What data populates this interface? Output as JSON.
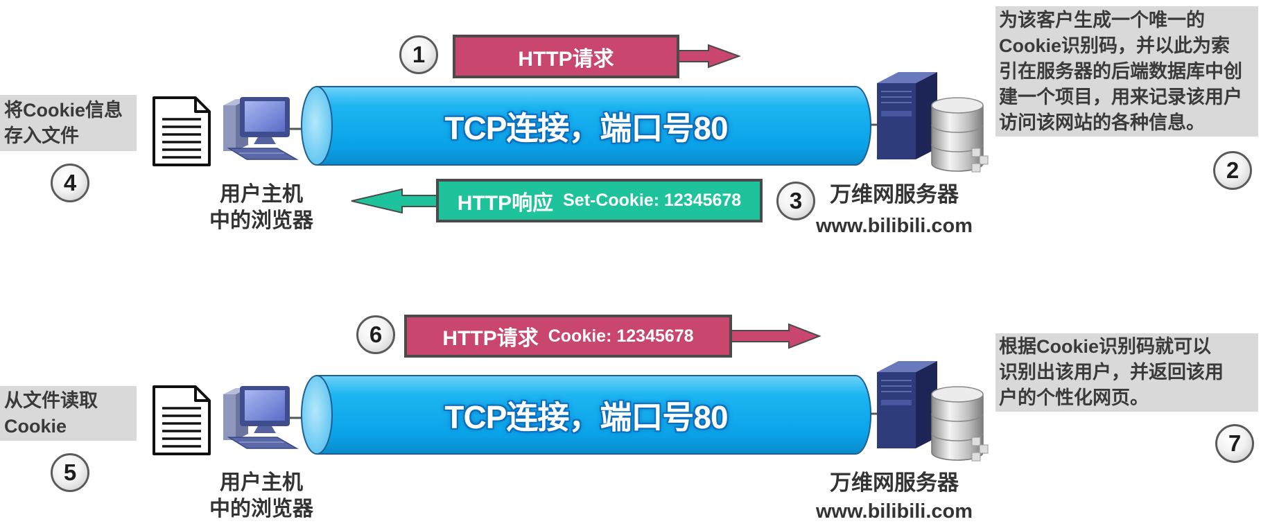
{
  "colors": {
    "request": "#C9466E",
    "response": "#1FC39B",
    "arrow_border": "#4A4A4A",
    "tube": "#12A8EC",
    "tube_outline": "#0B6FC0",
    "note_background": "#D9D9D9",
    "server": "#2F3C7C"
  },
  "icons": {
    "document": "document-icon",
    "computer": "computer-icon",
    "server": "server-icon",
    "database": "database-icon"
  },
  "panels": [
    {
      "request": {
        "step": "1",
        "label": "HTTP请求"
      },
      "connection": "TCP连接，端口号80",
      "response": {
        "step": "3",
        "label": "HTTP响应",
        "header": "Set-Cookie: 12345678"
      },
      "client": {
        "line1": "用户主机",
        "line2": "中的浏览器"
      },
      "server": {
        "name": "万维网服务器",
        "host": "www.bilibili.com"
      },
      "client_note": {
        "step": "4",
        "lines": [
          "将Cookie信息",
          "存入文件"
        ]
      },
      "server_note": {
        "step": "2",
        "lines": [
          "为该客户生成一个唯一的",
          "Cookie识别码，并以此为索",
          "引在服务器的后端数据库中创",
          "建一个项目，用来记录该用户",
          "访问该网站的各种信息。"
        ]
      }
    },
    {
      "request": {
        "step": "6",
        "label": "HTTP请求",
        "header": "Cookie: 12345678"
      },
      "connection": "TCP连接，端口号80",
      "client": {
        "line1": "用户主机",
        "line2": "中的浏览器"
      },
      "server": {
        "name": "万维网服务器",
        "host": "www.bilibili.com"
      },
      "client_note": {
        "step": "5",
        "lines": [
          "从文件读取",
          "Cookie"
        ]
      },
      "server_note": {
        "step": "7",
        "lines": [
          "根据Cookie识别码就可以",
          "识别出该用户，并返回该用",
          "户的个性化网页。"
        ]
      }
    }
  ]
}
